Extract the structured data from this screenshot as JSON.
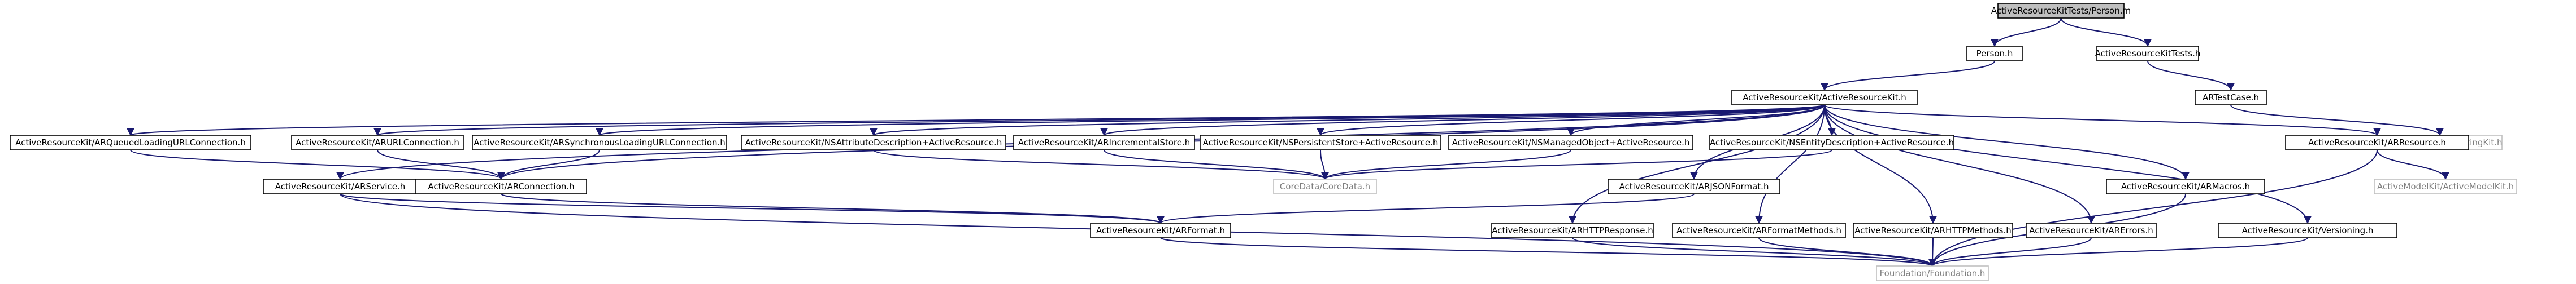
{
  "nodes": [
    {
      "id": "person_m",
      "label": "ActiveResourceKitTests/Person.m",
      "kind": "root"
    },
    {
      "id": "person_h",
      "label": "Person.h",
      "kind": "file"
    },
    {
      "id": "arkit_tests_h",
      "label": "ActiveResourceKitTests.h",
      "kind": "file"
    },
    {
      "id": "arkit_h",
      "label": "ActiveResourceKit/ActiveResourceKit.h",
      "kind": "file"
    },
    {
      "id": "artestcase_h",
      "label": "ARTestCase.h",
      "kind": "file"
    },
    {
      "id": "sentesting",
      "label": "SenTestingKit/SenTestingKit.h",
      "kind": "external"
    },
    {
      "id": "queued_conn",
      "label": "ActiveResourceKit/ARQueuedLoadingURLConnection.h",
      "kind": "file"
    },
    {
      "id": "url_conn",
      "label": "ActiveResourceKit/ARURLConnection.h",
      "kind": "file"
    },
    {
      "id": "sync_conn",
      "label": "ActiveResourceKit/ARSynchronousLoadingURLConnection.h",
      "kind": "file"
    },
    {
      "id": "nsattr",
      "label": "ActiveResourceKit/NSAttributeDescription+ActiveResource.h",
      "kind": "file"
    },
    {
      "id": "incstore",
      "label": "ActiveResourceKit/ARIncrementalStore.h",
      "kind": "file"
    },
    {
      "id": "nspersist",
      "label": "ActiveResourceKit/NSPersistentStore+ActiveResource.h",
      "kind": "file"
    },
    {
      "id": "nsmanaged",
      "label": "ActiveResourceKit/NSManagedObject+ActiveResource.h",
      "kind": "file"
    },
    {
      "id": "nsentity",
      "label": "ActiveResourceKit/NSEntityDescription+ActiveResource.h",
      "kind": "file"
    },
    {
      "id": "arresource",
      "label": "ActiveResourceKit/ARResource.h",
      "kind": "file"
    },
    {
      "id": "arservice",
      "label": "ActiveResourceKit/ARService.h",
      "kind": "file"
    },
    {
      "id": "arconnection",
      "label": "ActiveResourceKit/ARConnection.h",
      "kind": "file"
    },
    {
      "id": "coredata",
      "label": "CoreData/CoreData.h",
      "kind": "external"
    },
    {
      "id": "arjson",
      "label": "ActiveResourceKit/ARJSONFormat.h",
      "kind": "file"
    },
    {
      "id": "armacros",
      "label": "ActiveResourceKit/ARMacros.h",
      "kind": "file"
    },
    {
      "id": "activemodel",
      "label": "ActiveModelKit/ActiveModelKit.h",
      "kind": "external"
    },
    {
      "id": "arformat",
      "label": "ActiveResourceKit/ARFormat.h",
      "kind": "file"
    },
    {
      "id": "httpresp",
      "label": "ActiveResourceKit/ARHTTPResponse.h",
      "kind": "file"
    },
    {
      "id": "formatmethods",
      "label": "ActiveResourceKit/ARFormatMethods.h",
      "kind": "file"
    },
    {
      "id": "httpmethods",
      "label": "ActiveResourceKit/ARHTTPMethods.h",
      "kind": "file"
    },
    {
      "id": "arerrors",
      "label": "ActiveResourceKit/ARErrors.h",
      "kind": "file"
    },
    {
      "id": "versioning",
      "label": "ActiveResourceKit/Versioning.h",
      "kind": "file"
    },
    {
      "id": "foundation",
      "label": "Foundation/Foundation.h",
      "kind": "external"
    }
  ],
  "edges": [
    [
      "person_m",
      "person_h"
    ],
    [
      "person_m",
      "arkit_tests_h"
    ],
    [
      "person_h",
      "arkit_h"
    ],
    [
      "arkit_tests_h",
      "artestcase_h"
    ],
    [
      "artestcase_h",
      "sentesting"
    ],
    [
      "arkit_h",
      "queued_conn"
    ],
    [
      "arkit_h",
      "url_conn"
    ],
    [
      "arkit_h",
      "sync_conn"
    ],
    [
      "arkit_h",
      "nsattr"
    ],
    [
      "arkit_h",
      "incstore"
    ],
    [
      "arkit_h",
      "nspersist"
    ],
    [
      "arkit_h",
      "nsmanaged"
    ],
    [
      "arkit_h",
      "nsentity"
    ],
    [
      "arkit_h",
      "arresource"
    ],
    [
      "arkit_h",
      "arservice"
    ],
    [
      "arkit_h",
      "arconnection"
    ],
    [
      "arkit_h",
      "arjson"
    ],
    [
      "arkit_h",
      "armacros"
    ],
    [
      "arkit_h",
      "httpresp"
    ],
    [
      "arkit_h",
      "formatmethods"
    ],
    [
      "arkit_h",
      "httpmethods"
    ],
    [
      "arkit_h",
      "arerrors"
    ],
    [
      "arkit_h",
      "versioning"
    ],
    [
      "queued_conn",
      "arconnection"
    ],
    [
      "url_conn",
      "arconnection"
    ],
    [
      "sync_conn",
      "arconnection"
    ],
    [
      "nsattr",
      "coredata"
    ],
    [
      "incstore",
      "coredata"
    ],
    [
      "nspersist",
      "coredata"
    ],
    [
      "nsmanaged",
      "coredata"
    ],
    [
      "nsentity",
      "coredata"
    ],
    [
      "arresource",
      "activemodel"
    ],
    [
      "arresource",
      "foundation"
    ],
    [
      "arservice",
      "arformat"
    ],
    [
      "arservice",
      "foundation"
    ],
    [
      "arconnection",
      "arformat"
    ],
    [
      "arjson",
      "arformat"
    ],
    [
      "arformat",
      "foundation"
    ],
    [
      "httpresp",
      "foundation"
    ],
    [
      "formatmethods",
      "foundation"
    ],
    [
      "httpmethods",
      "foundation"
    ],
    [
      "arerrors",
      "foundation"
    ],
    [
      "armacros",
      "foundation"
    ],
    [
      "versioning",
      "foundation"
    ]
  ]
}
